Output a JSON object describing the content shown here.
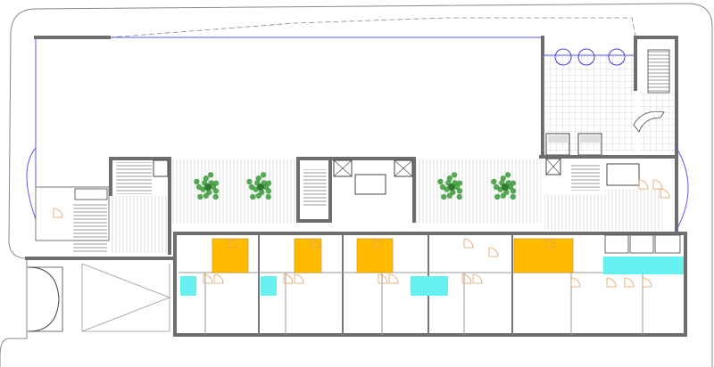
{
  "colors": {
    "wall": "#6e6e6e",
    "facade_line": "#5a5ae8",
    "kitchen_fill": "#ffbb00",
    "bath_fill": "#66f0f0",
    "door_arc": "#e0a060",
    "tree": "#3a9a3a",
    "site_outline": "#8a8a8a"
  },
  "icons": {
    "tree": "tree-icon",
    "stair": "stair-icon",
    "elevator": "elevator-icon",
    "door": "door-swing-icon"
  },
  "units": [
    {
      "id": "unit-1",
      "kitchen": true,
      "bath": true
    },
    {
      "id": "unit-2",
      "kitchen": true,
      "bath": true
    },
    {
      "id": "unit-3",
      "kitchen": true,
      "bath": true
    },
    {
      "id": "unit-4",
      "kitchen": false,
      "bath": true
    },
    {
      "id": "unit-5",
      "kitchen": true,
      "bath": true
    }
  ],
  "courtyards": [
    {
      "id": "courtyard-left",
      "trees": 2
    },
    {
      "id": "courtyard-right",
      "trees": 2
    }
  ]
}
